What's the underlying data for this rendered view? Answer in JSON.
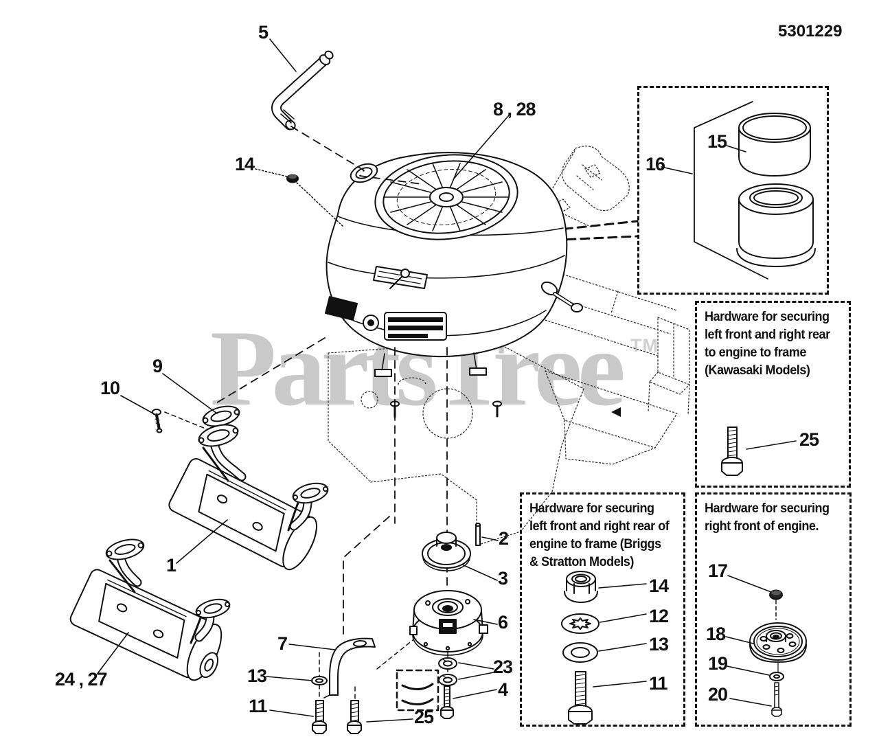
{
  "doc_number": "5301229",
  "watermark": {
    "text": "PartsTree",
    "tm": "TM"
  },
  "callouts": {
    "pipe": "5",
    "nut": "14",
    "blower": "8 , 28",
    "filter_group": "16",
    "precleaner": "15",
    "gasket": "9",
    "gasket_bolt": "10",
    "muffler_right": "1",
    "muffler_left": "24 , 27",
    "bracket": "7",
    "washer": "13",
    "bolt_front": "11",
    "bolt_center": "25",
    "pin": "2",
    "pulley": "3",
    "clutch": "6",
    "washer_pair": "23",
    "clutch_bolt": "4"
  },
  "hardware_boxes": {
    "kawasaki": {
      "title": "Hardware for securing left front and right rear to engine to frame (Kawasaki Models)",
      "items": {
        "bolt": "25"
      }
    },
    "briggs": {
      "title": "Hardware for securing left front and right rear of engine to frame (Briggs & Stratton Models)",
      "items": {
        "lock_nut": "14",
        "lock_washer": "12",
        "flat_washer": "13",
        "bolt": "11"
      }
    },
    "right_front": {
      "title": "Hardware for securing right front of engine.",
      "items": {
        "nut": "17",
        "idler_pulley": "18",
        "washer": "19",
        "bolt": "20"
      }
    }
  }
}
